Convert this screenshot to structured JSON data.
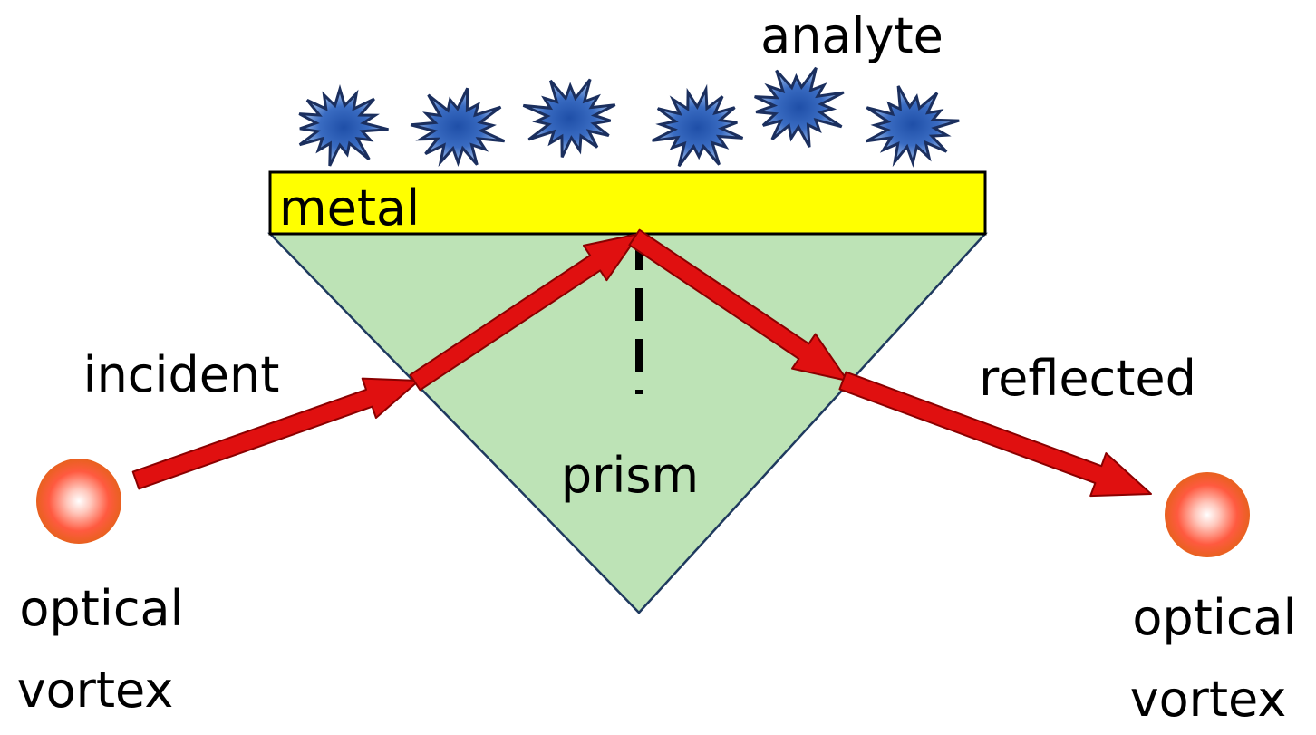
{
  "labels": {
    "analyte": "analyte",
    "metal": "metal",
    "prism": "prism",
    "incident": "incident",
    "reflected": "reflected",
    "source_line1": "optical",
    "source_line2": "vortex",
    "detector_line1": "optical",
    "detector_line2": "vortex"
  },
  "colors": {
    "metal": "#ffff00",
    "prism": "#bde3b6",
    "beam": "#e11010",
    "analyte": "#2f5fb0",
    "vortex": "#ff4a33"
  },
  "icons": {
    "analyte": "star-burst",
    "vortex": "glowing-sphere",
    "beam": "arrow"
  }
}
